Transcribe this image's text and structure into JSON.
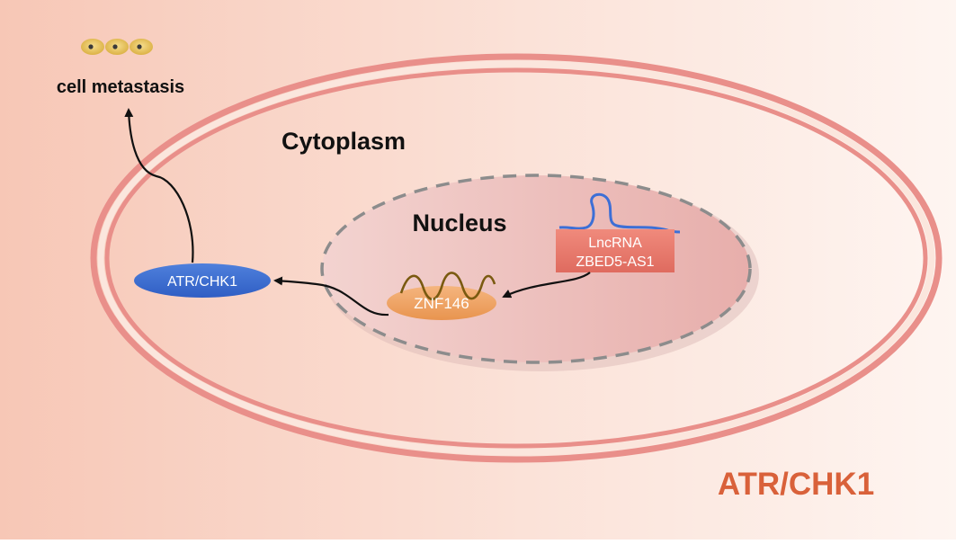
{
  "labels": {
    "outcome": "cell metastasis",
    "cytoplasm": "Cytoplasm",
    "nucleus": "Nucleus",
    "lncrna_line1": "LncRNA",
    "lncrna_line2": "ZBED5-AS1",
    "znf": "ZNF146",
    "atr_node": "ATR/CHK1",
    "corner_title": "ATR/CHK1"
  },
  "colors": {
    "background_left": "#f7c7b6",
    "background_right": "#fdf1ec",
    "membrane": "#e98f8a",
    "membrane_inner": "#fbe6dd",
    "nucleus_fill": "#eec0bd",
    "nucleus_border": "#8c8c8c",
    "lncrna_box": "#e9776b",
    "rna_strand": "#3d6fd6",
    "znf_oval": "#f0a56a",
    "dna_wave": "#7a5a10",
    "atr_oval": "#3f6fd0",
    "arrow": "#111111",
    "corner_title": "#d9613a",
    "cell_icon": "#e6c25a"
  },
  "icons": {
    "cells": "cell-cluster-icon"
  }
}
